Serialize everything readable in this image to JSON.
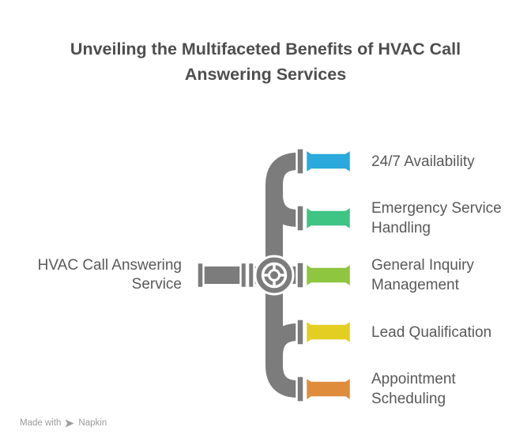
{
  "title": "Unveiling the Multifaceted Benefits of HVAC Call Answering Services",
  "center": {
    "label": "HVAC Call Answering Service"
  },
  "branches": [
    {
      "label": "24/7 Availability",
      "color": "#29A9DC"
    },
    {
      "label": "Emergency Service Handling",
      "color": "#3EC483"
    },
    {
      "label": "General Inquiry Management",
      "color": "#8EC63F"
    },
    {
      "label": "Lead Qualification",
      "color": "#E3CF22"
    },
    {
      "label": "Appointment Scheduling",
      "color": "#DF8D3C"
    }
  ],
  "colors": {
    "pipe_gray": "#7C7C7C",
    "title_text": "#4E4E4E",
    "label_text": "#595959",
    "watermark_text": "#9B9B9B",
    "background": "#FFFFFF"
  },
  "icons": {
    "valve": "valve-wheel-icon",
    "watermark_logo": "napkin-logo-icon"
  },
  "watermark": {
    "prefix": "Made with",
    "brand": "Napkin"
  }
}
